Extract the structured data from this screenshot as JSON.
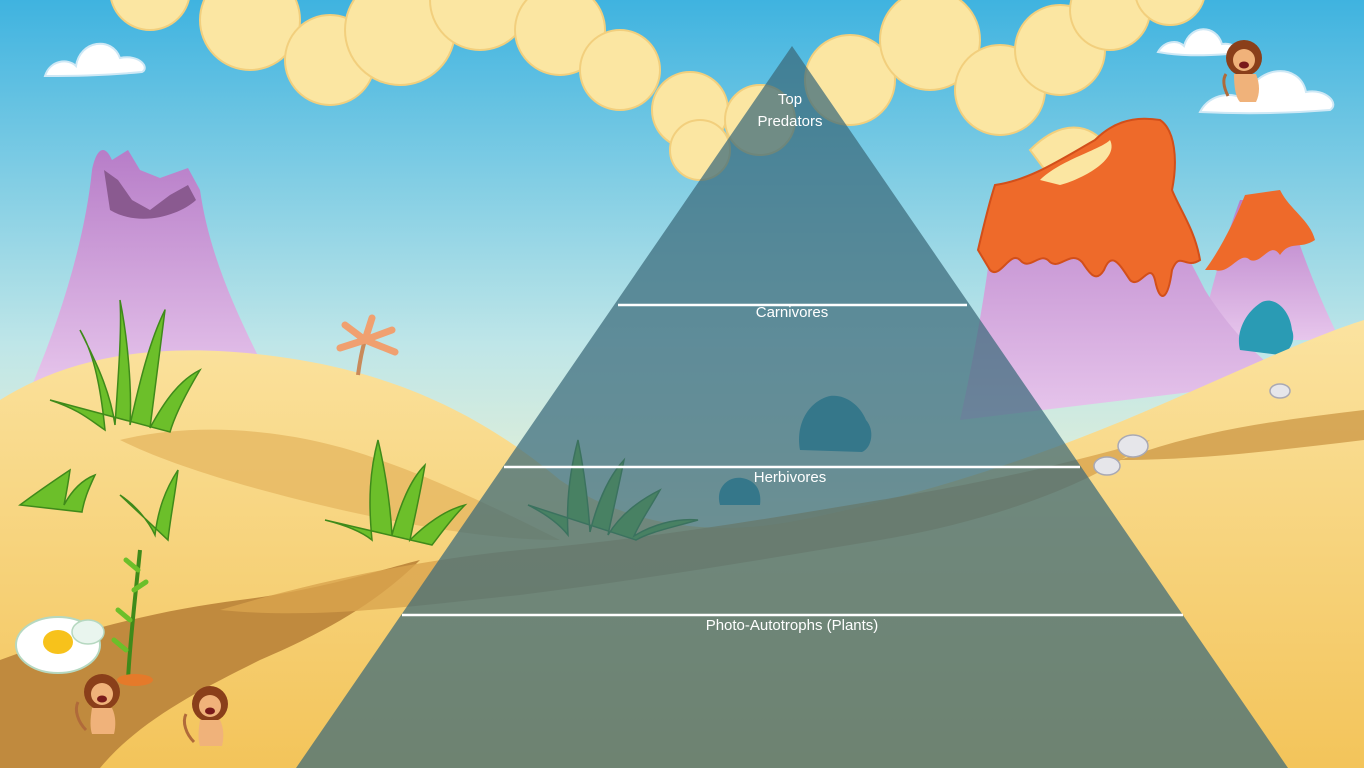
{
  "diagram": {
    "type": "food-pyramid",
    "levels": [
      {
        "id": "top",
        "label": "Top\nPredators"
      },
      {
        "id": "carnivores",
        "label": "Carnivores"
      },
      {
        "id": "herbivores",
        "label": "Herbivores"
      },
      {
        "id": "plants",
        "label": "Photo-Autotrophs (Plants)"
      }
    ]
  },
  "scene": {
    "background": "cartoon-desert-volcano-landscape",
    "icons": [
      "cloud-icon",
      "volcano-icon",
      "lion-icon",
      "grass-icon",
      "palm-tree-icon",
      "flower-icon",
      "stone-icon",
      "bush-icon"
    ]
  },
  "colors": {
    "sky_top": "#3fb3e0",
    "sky_bottom": "#fff6c8",
    "smoke": "#fbe6a2",
    "sand": "#f6cf6e",
    "sand_shadow": "#d9a44e",
    "volcano_purple": "#c8a0d8",
    "lava": "#ee6a2a",
    "grass": "#6cbf2a",
    "pyramid_fill": "#3a6a7a",
    "divider": "#ffffff"
  }
}
